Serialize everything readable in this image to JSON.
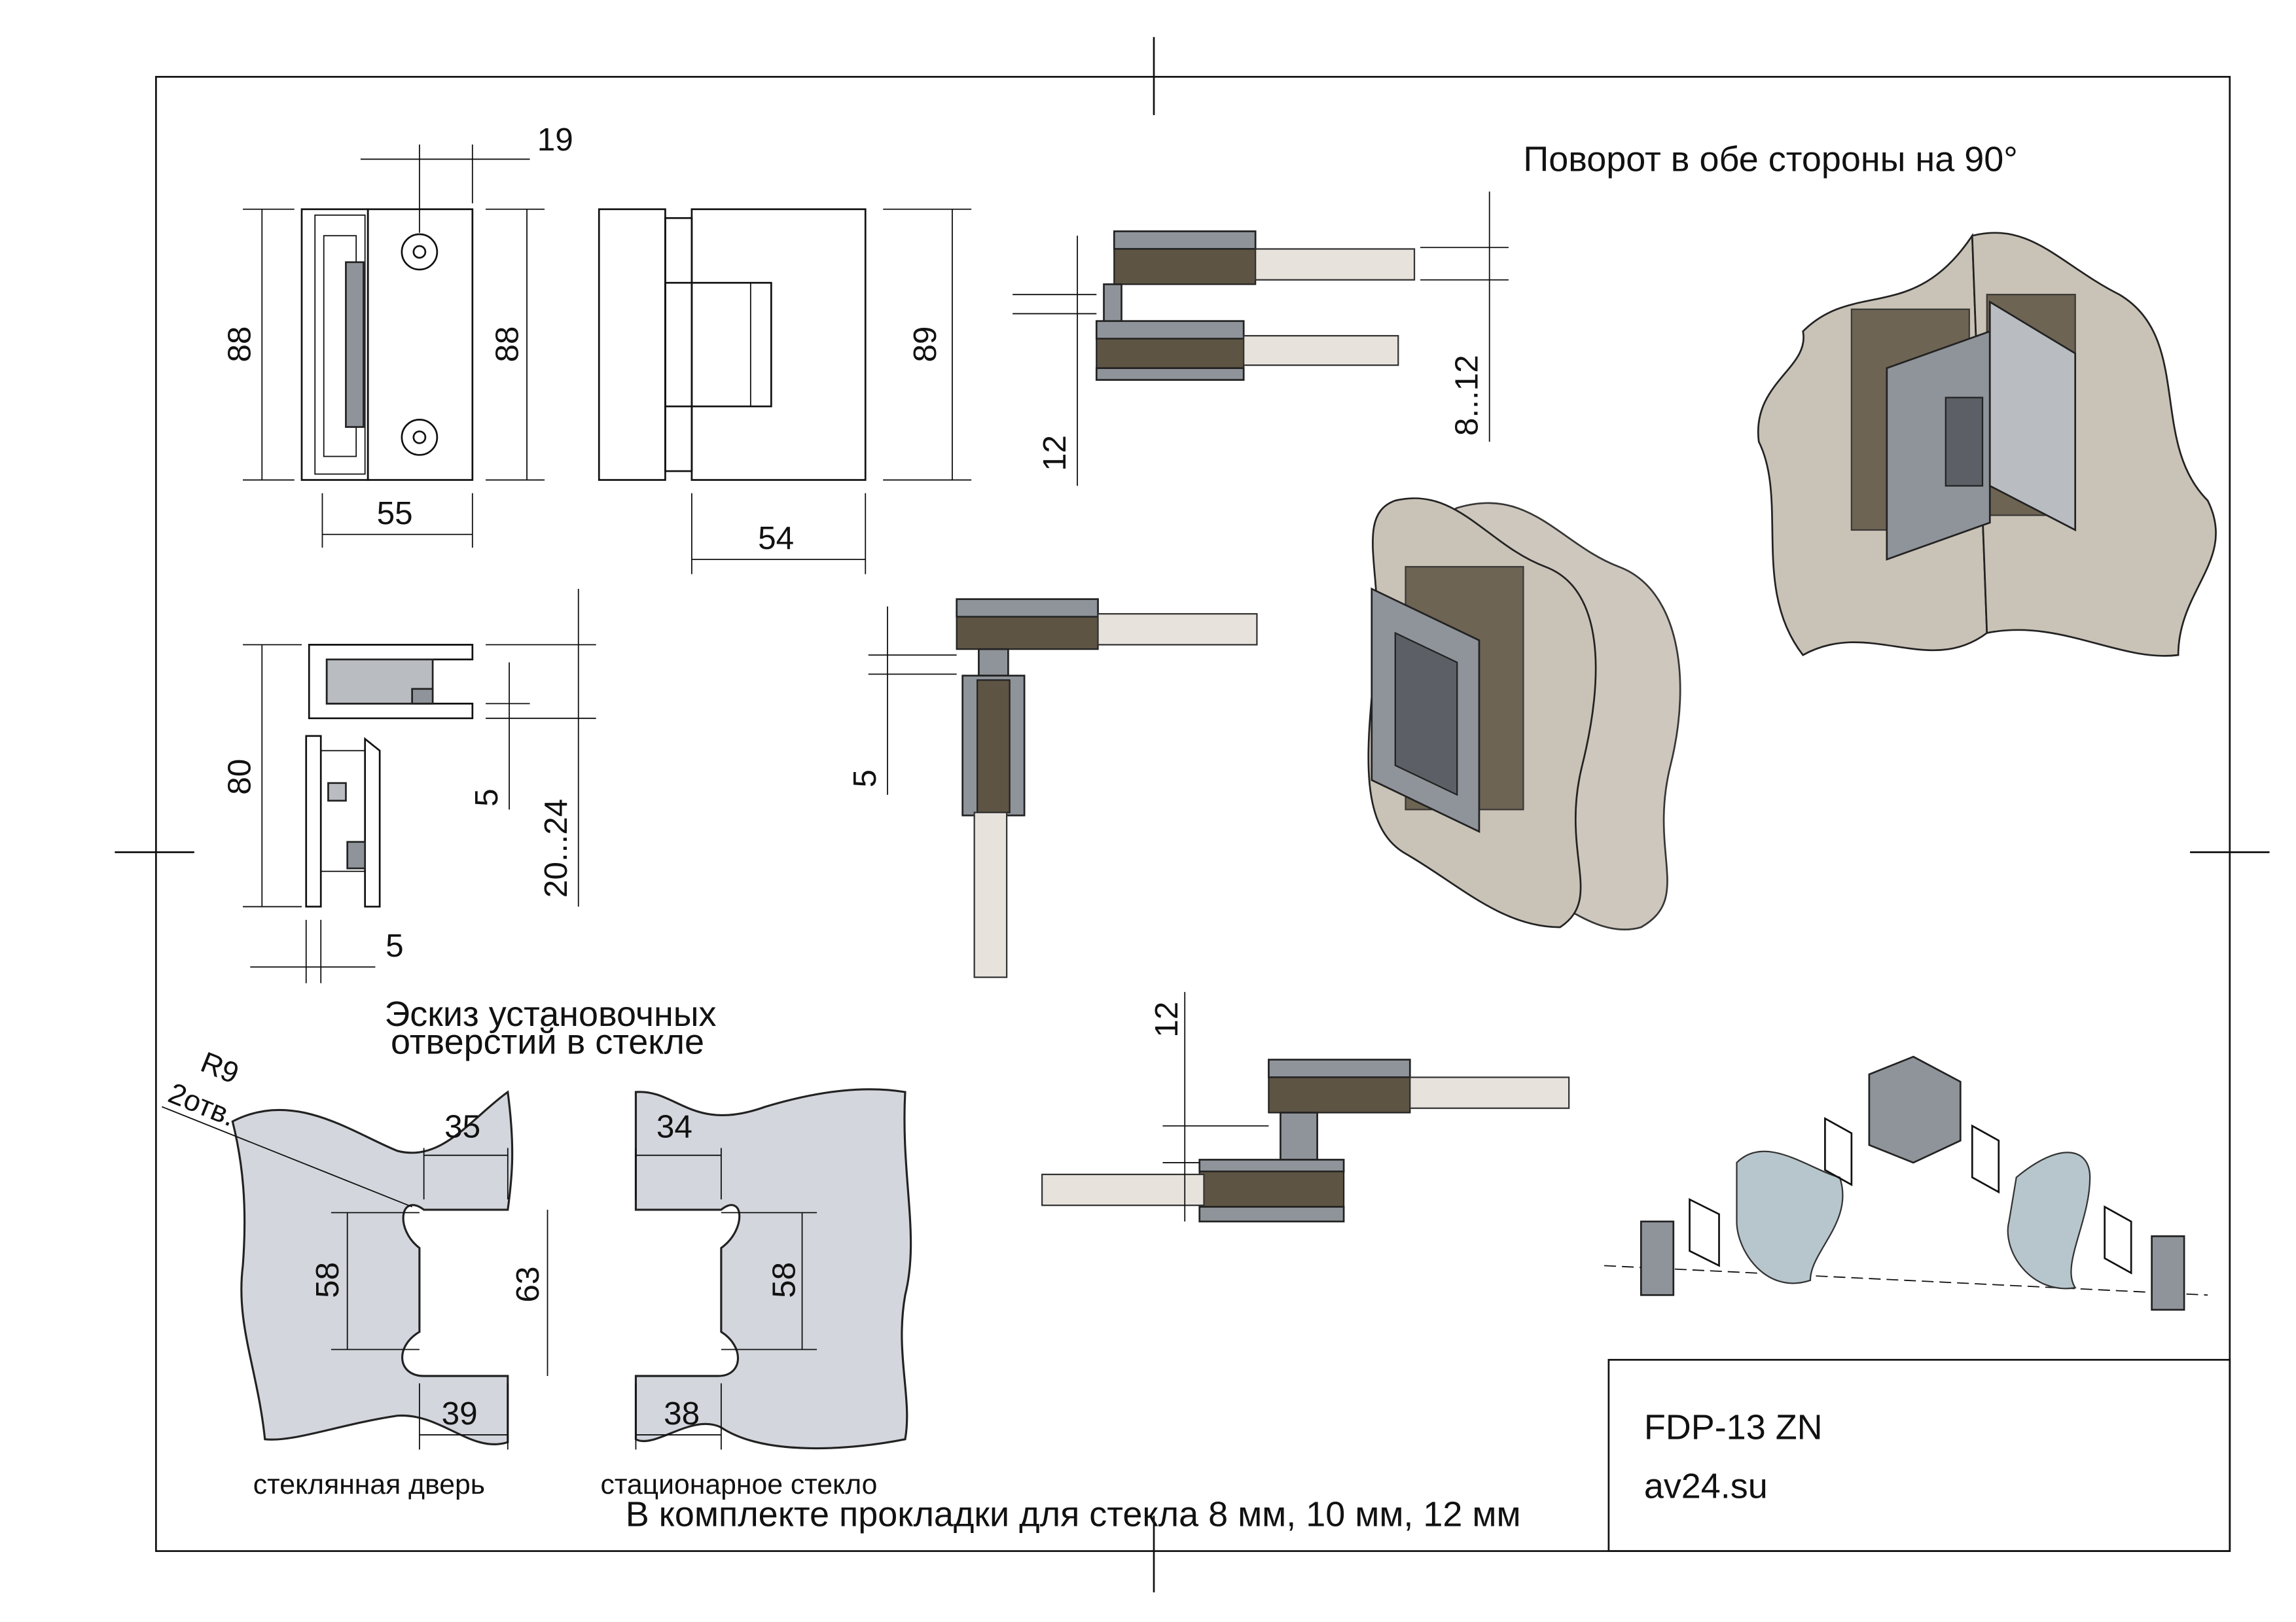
{
  "header": {
    "rotation_note": "Поворот в обе стороны на 90°"
  },
  "front_view": {
    "height_left": "88",
    "height_right": "88",
    "offset_top": "19",
    "width": "55"
  },
  "back_view": {
    "height": "89",
    "width": "54"
  },
  "top_view_a": {
    "gap": "12",
    "glass_range": "8...12"
  },
  "side_view": {
    "height": "80",
    "step": "5",
    "glass_range": "20...24",
    "bottom": "5"
  },
  "top_view_b": {
    "offset": "5"
  },
  "top_view_c": {
    "offset": "12"
  },
  "holes_sketch": {
    "title_line1": "Эскиз установочных",
    "title_line2": "отверстий в стекле",
    "radius": "R9",
    "holes_count": "2отв.",
    "door_top": "35",
    "door_bottom": "39",
    "door_height": "58",
    "gap_height": "63",
    "fixed_top": "34",
    "fixed_bottom": "38",
    "fixed_height": "58",
    "door_label": "стеклянная дверь",
    "fixed_label": "стационарное стекло"
  },
  "footer": {
    "kit_note": "В комплекте прокладки для стекла 8 мм, 10 мм, 12 мм",
    "model": "FDP-13 ZN",
    "site": "av24.su"
  },
  "colors": {
    "glass": "#c9c2b6",
    "metal": "#8f949a",
    "sheet": "#d3d6dc"
  }
}
